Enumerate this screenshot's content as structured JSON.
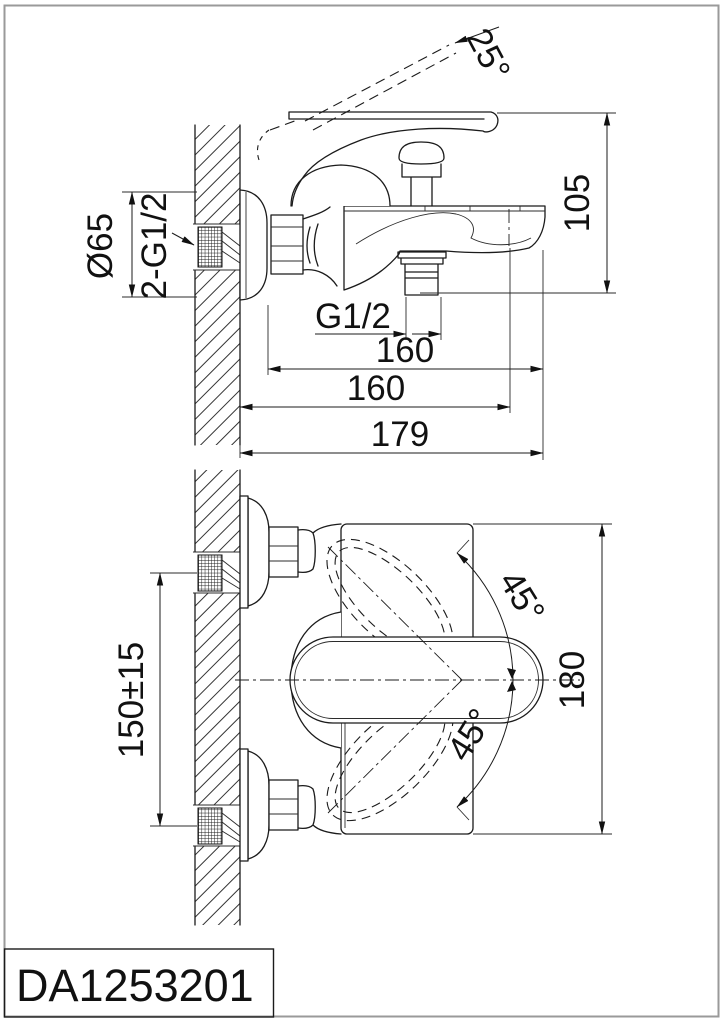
{
  "style": {
    "ink": "#1a1a1a",
    "frame_gray": "#9a9a9a",
    "background": "#ffffff"
  },
  "side_view": {
    "handle_angle": "25°",
    "height": "105",
    "flange_dia": "Ø65",
    "inlets": "2-G1/2",
    "outlet": "G1/2",
    "dim_a": "160",
    "dim_b": "160",
    "dim_c": "179"
  },
  "front_view": {
    "swing_up": "45°",
    "swing_down": "45°",
    "height": "180",
    "inlet_spacing": "150±15"
  },
  "title_block": {
    "part_number": "DA1253201"
  }
}
